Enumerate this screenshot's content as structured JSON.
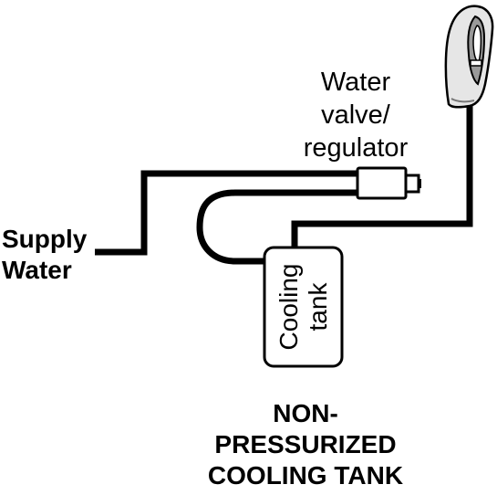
{
  "labels": {
    "valve": [
      "Water",
      "valve/",
      "regulator"
    ],
    "supply": [
      "Supply",
      "Water"
    ],
    "tank": [
      "Cooling",
      "tank"
    ],
    "caption": [
      "NON-",
      "PRESSURIZED",
      "COOLING TANK"
    ]
  },
  "colors": {
    "line": "#000000",
    "background": "#ffffff",
    "fountain_body": "#e6e6e6",
    "fountain_shade": "#9a9a9a"
  },
  "icons": {
    "fountain": "drinking-fountain-bubbler-icon"
  }
}
